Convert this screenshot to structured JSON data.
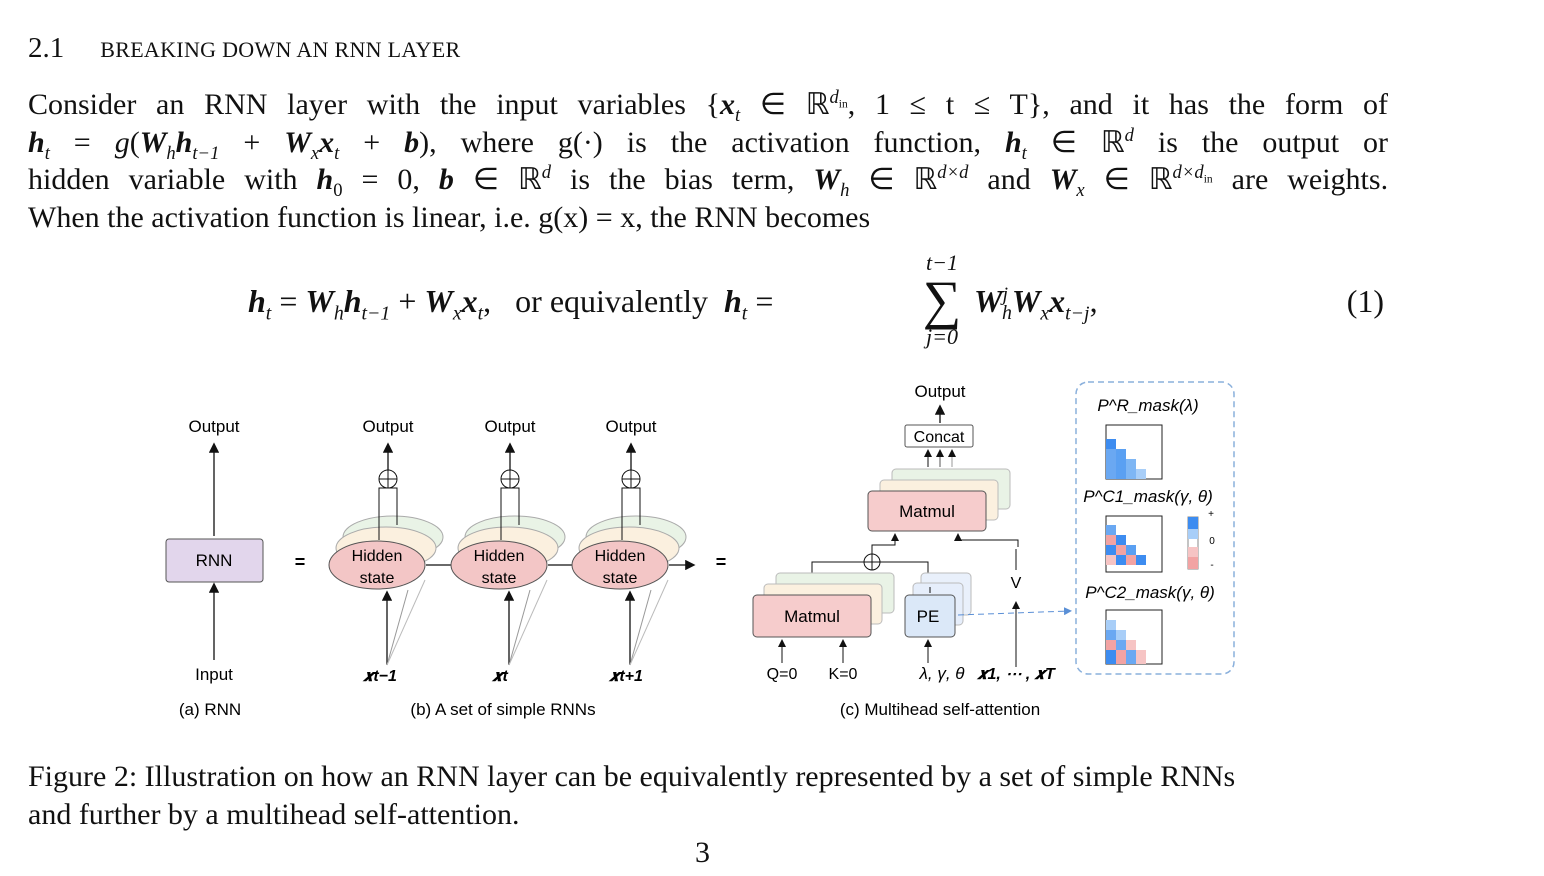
{
  "section": {
    "number": "2.1",
    "title": "BREAKING DOWN AN RNN LAYER"
  },
  "paragraph": {
    "l1_a": "Consider an RNN layer with the input variables {",
    "l1_b": ", 1 ≤ t ≤ T}, and it has the form of",
    "l2_b": "), where g(·) is the activation function,",
    "l2_c": "is the output or",
    "l3_a": "hidden variable with",
    "l3_b": "= 0,",
    "l3_c": "is the bias term,",
    "l3_d": "and",
    "l3_e": "are weights.",
    "l4_a": "When the activation function is linear, i.e. g(x) = x, the RNN becomes"
  },
  "equation": {
    "middle": "or equivalently",
    "upper": "t−1",
    "lower": "j=0",
    "number": "(1)"
  },
  "figure": {
    "a": {
      "output": "Output",
      "box": "RNN",
      "input": "Input",
      "caption": "(a) RNN"
    },
    "b": {
      "outputs": [
        "Output",
        "Output",
        "Output"
      ],
      "state_top": "Hidden",
      "state_bottom": "state",
      "inputs": [
        "𝒙t−1",
        "𝒙t",
        "𝒙t+1"
      ],
      "caption": "(b) A set of simple RNNs"
    },
    "equals": "=",
    "c": {
      "output": "Output",
      "concat": "Concat",
      "matmul_top": "Matmul",
      "matmul_bottom": "Matmul",
      "pe": "PE",
      "v": "V",
      "q": "Q=0",
      "k": "K=0",
      "params": "λ, γ, θ",
      "xs": "𝒙1, ⋯ , 𝒙T",
      "caption": "(c) Multihead self-attention"
    },
    "masks": [
      "P^R_mask(λ)",
      "P^C1_mask(γ, θ)",
      "P^C2_mask(γ, θ)"
    ],
    "colorbar": {
      "plus": "+",
      "zero": "0",
      "minus": "-"
    }
  },
  "caption": {
    "l1": "Figure 2: Illustration on how an RNN layer can be equivalently represented by a set of simple RNNs",
    "l2": "and further by a multihead self-attention."
  },
  "page_number": "3",
  "colors": {
    "rnn_box": "#e2d6ec",
    "state": "#f3c6c6",
    "matmul": "#f6cccc",
    "pe": "#dbe8f8",
    "mask_blue": "#3d8cf0",
    "mask_red": "#f2a3a3",
    "dash_border": "#8ab0dc"
  }
}
